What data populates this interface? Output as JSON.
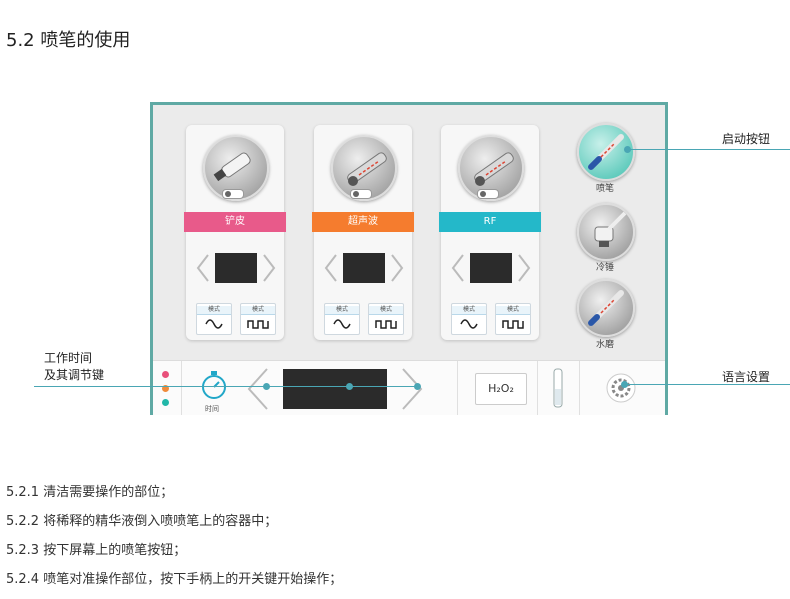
{
  "section_heading": "5.2 喷笔的使用",
  "panels": [
    {
      "label": "铲皮",
      "color": "#e85a8a",
      "mode1": "模式",
      "mode2": "模式"
    },
    {
      "label": "超声波",
      "color": "#f57c2e",
      "mode1": "模式",
      "mode2": "模式"
    },
    {
      "label": "RF",
      "color": "#24b8c9",
      "mode1": "模式",
      "mode2": "模式"
    }
  ],
  "side_tools": [
    {
      "label": "喷笔"
    },
    {
      "label": "冷锤"
    },
    {
      "label": "水磨"
    }
  ],
  "bottom_bar": {
    "timer_label": "时间",
    "h2o2_label": "H₂O₂",
    "dot_colors": [
      "#e8507a",
      "#f08a3a",
      "#21b7a8"
    ]
  },
  "callouts": {
    "start_button": "启动按钮",
    "work_time_line1": "工作时间",
    "work_time_line2": "及其调节键",
    "language": "语言设置"
  },
  "accent_color": "#4aa6b4",
  "steps": [
    "5.2.1 清洁需要操作的部位；",
    "5.2.2 将稀释的精华液倒入喷喷笔上的容器中；",
    "5.2.3 按下屏幕上的喷笔按钮；",
    "5.2.4 喷笔对准操作部位，按下手柄上的开关键开始操作；"
  ]
}
